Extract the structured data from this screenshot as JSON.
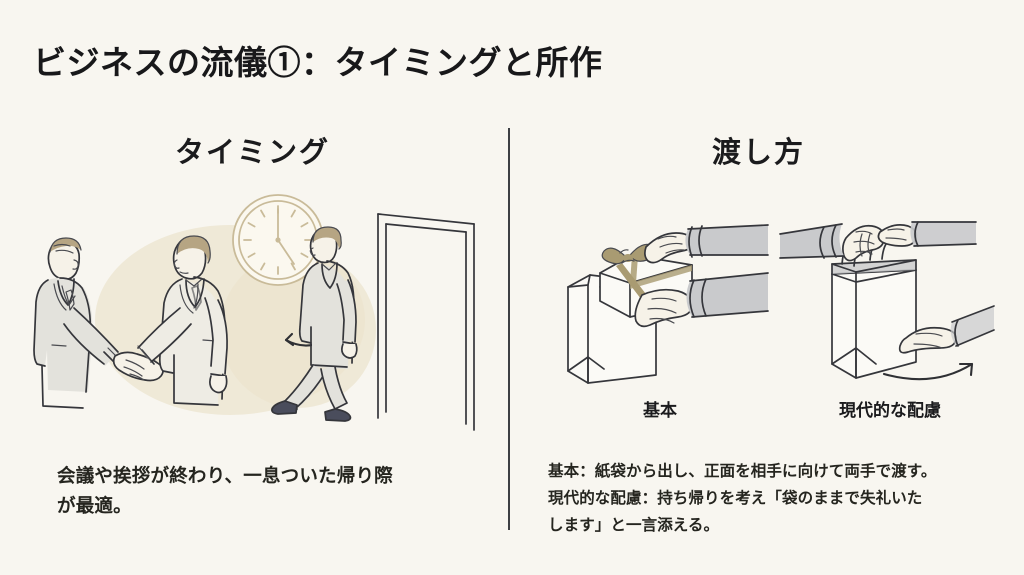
{
  "slide": {
    "background_color": "#f8f6f0",
    "ink_color": "#35363b",
    "accent_color": "#a99b72",
    "title": "ビジネスの流儀①：タイミングと所作"
  },
  "divider": {
    "color": "#3d3f44"
  },
  "sections": [
    {
      "id": "timing",
      "heading": "タイミング",
      "caption": "会議や挨拶が終わり、一息ついた帰り際\nが最適。",
      "illustration": "handshake-clock-door-illustration",
      "elements": [
        "two-businessmen-handshake",
        "wall-clock",
        "man-walking-to-door",
        "doorway",
        "curved-arrow"
      ]
    },
    {
      "id": "handover",
      "heading": "渡し方",
      "caption": "基本：紙袋から出し、正面を相手に向けて両手で渡す。\n現代的な配慮：持ち帰りを考え「袋のままで失礼いた\nします」と一言添える。",
      "sub_labels": [
        {
          "id": "basic",
          "label": "基本",
          "illustration": "gift-box-handed-over-paper-bag"
        },
        {
          "id": "modern",
          "label": "現代的な配慮",
          "illustration": "paper-bag-handed-by-handles"
        }
      ]
    }
  ],
  "clock": {
    "hour_hand": 12,
    "minute_hand": 25,
    "reading": "12:25"
  }
}
